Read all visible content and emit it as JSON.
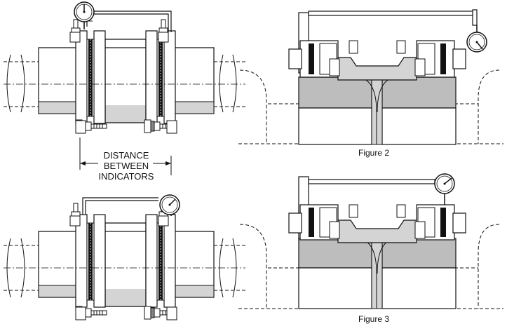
{
  "annotations": {
    "distance_line1": "DISTANCE",
    "distance_line2": "BETWEEN",
    "distance_line3": "INDICATORS"
  },
  "captions": {
    "figure2": "Figure 2",
    "figure3": "Figure 3"
  },
  "colors": {
    "line": "#111111",
    "fill_light": "#d4d4d4",
    "fill_mid": "#bdbdbd",
    "background": "#ffffff"
  },
  "icons": {
    "dial_indicator": "dial-indicator-icon",
    "bolt": "bolt-icon"
  }
}
